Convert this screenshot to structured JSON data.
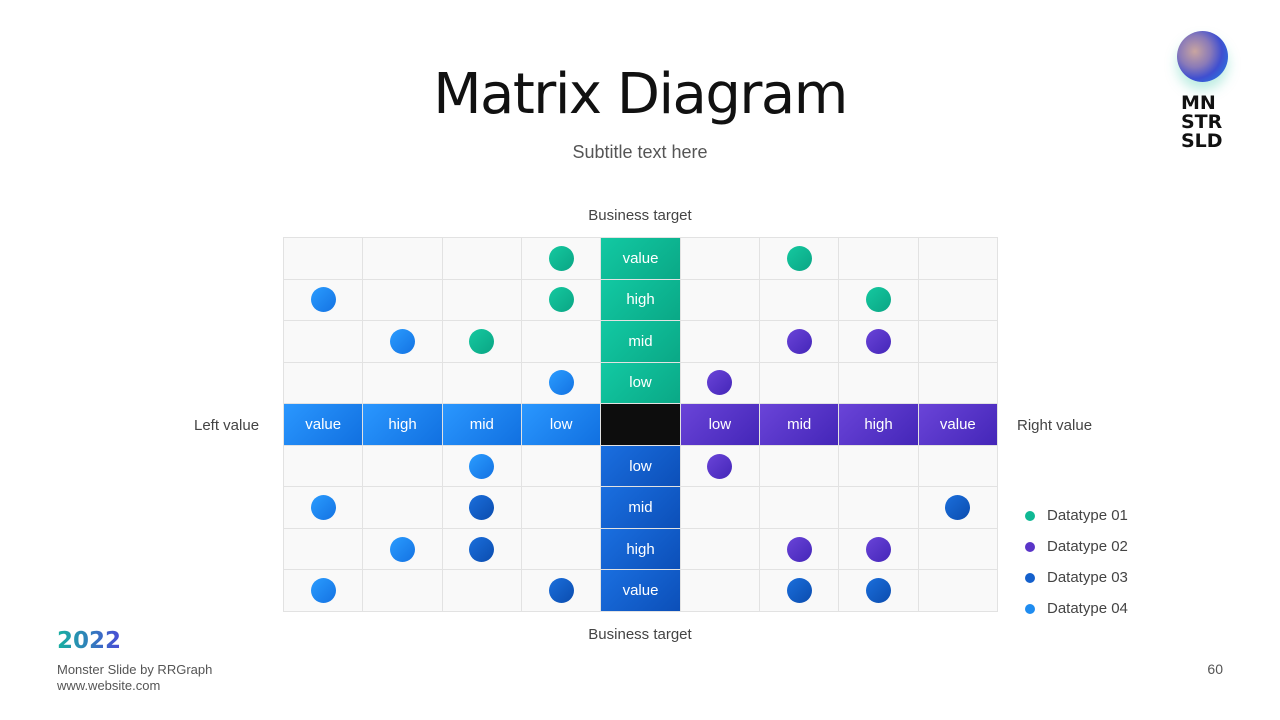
{
  "header": {
    "title": "Matrix Diagram",
    "subtitle": "Subtitle text here"
  },
  "logo": {
    "text": [
      "MN",
      "STR",
      "SLD"
    ]
  },
  "axes": {
    "top": "Business target",
    "bottom": "Business target",
    "left": "Left value",
    "right": "Right value"
  },
  "colors": {
    "d1": "#0fb894",
    "d2": "#5a35c8",
    "d3": "#1460cc",
    "d4": "#1f8cf0",
    "center": "#0d0d0d"
  },
  "matrix": {
    "top_labels": [
      "value",
      "high",
      "mid",
      "low"
    ],
    "left_labels": [
      "value",
      "high",
      "mid",
      "low"
    ],
    "right_labels": [
      "low",
      "mid",
      "high",
      "value"
    ],
    "bottom_labels": [
      "low",
      "mid",
      "high",
      "value"
    ],
    "dots": [
      [
        0,
        3,
        1
      ],
      [
        0,
        6,
        1
      ],
      [
        1,
        0,
        4
      ],
      [
        1,
        3,
        1
      ],
      [
        1,
        7,
        1
      ],
      [
        2,
        1,
        4
      ],
      [
        2,
        2,
        1
      ],
      [
        2,
        6,
        2
      ],
      [
        2,
        7,
        2
      ],
      [
        3,
        3,
        4
      ],
      [
        3,
        5,
        2
      ],
      [
        5,
        2,
        4
      ],
      [
        5,
        5,
        2
      ],
      [
        6,
        0,
        4
      ],
      [
        6,
        2,
        3
      ],
      [
        6,
        8,
        3
      ],
      [
        7,
        1,
        4
      ],
      [
        7,
        2,
        3
      ],
      [
        7,
        6,
        2
      ],
      [
        7,
        7,
        2
      ],
      [
        8,
        0,
        4
      ],
      [
        8,
        3,
        3
      ],
      [
        8,
        6,
        3
      ],
      [
        8,
        7,
        3
      ]
    ]
  },
  "legend": [
    {
      "label": "Datatype 01",
      "color": "#0fb894"
    },
    {
      "label": "Datatype 02",
      "color": "#5a35c8"
    },
    {
      "label": "Datatype 03",
      "color": "#1460cc"
    },
    {
      "label": "Datatype 04",
      "color": "#1f8cf0"
    }
  ],
  "footer": {
    "year": "2022",
    "credit": "Monster Slide  by RRGraph",
    "website": "www.website.com",
    "page": "60"
  }
}
